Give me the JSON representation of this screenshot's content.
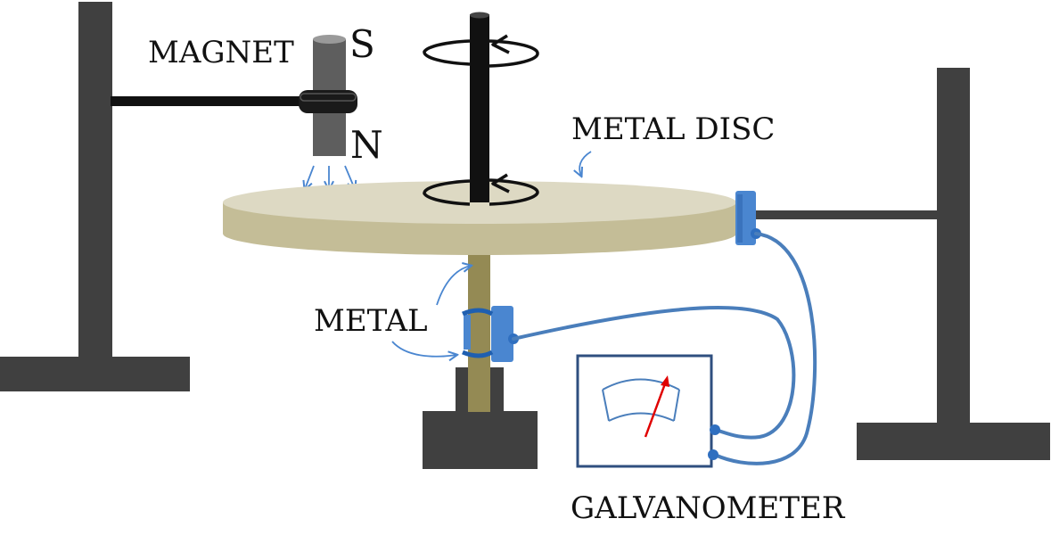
{
  "labels": {
    "magnet": "MAGNET",
    "south": "S",
    "north": "N",
    "metal_disc": "METAL DISC",
    "metal": "METAL",
    "galvanometer": "GALVANOMETER"
  },
  "colors": {
    "stand": "#404040",
    "magnet": "#5e5e5e",
    "magnet_top": "#9a9a9a",
    "clamp": "#1a1a1a",
    "disc_top": "#ddd9c3",
    "disc_side": "#c4bd97",
    "axle": "#948a54",
    "shaft": "#111111",
    "contact": "#4a86d0",
    "contact_dark": "#1f5fb0",
    "wire": "#4a7ebb",
    "meter_frame": "#2f4f7f",
    "needle": "#e00000",
    "arrow": "#4a86d0"
  },
  "icons": {
    "rotation": "rotation-arrow-icon",
    "field_arrows": "magnetic-field-arrow-icon",
    "pointer_arrow": "pointer-arrow-icon"
  }
}
